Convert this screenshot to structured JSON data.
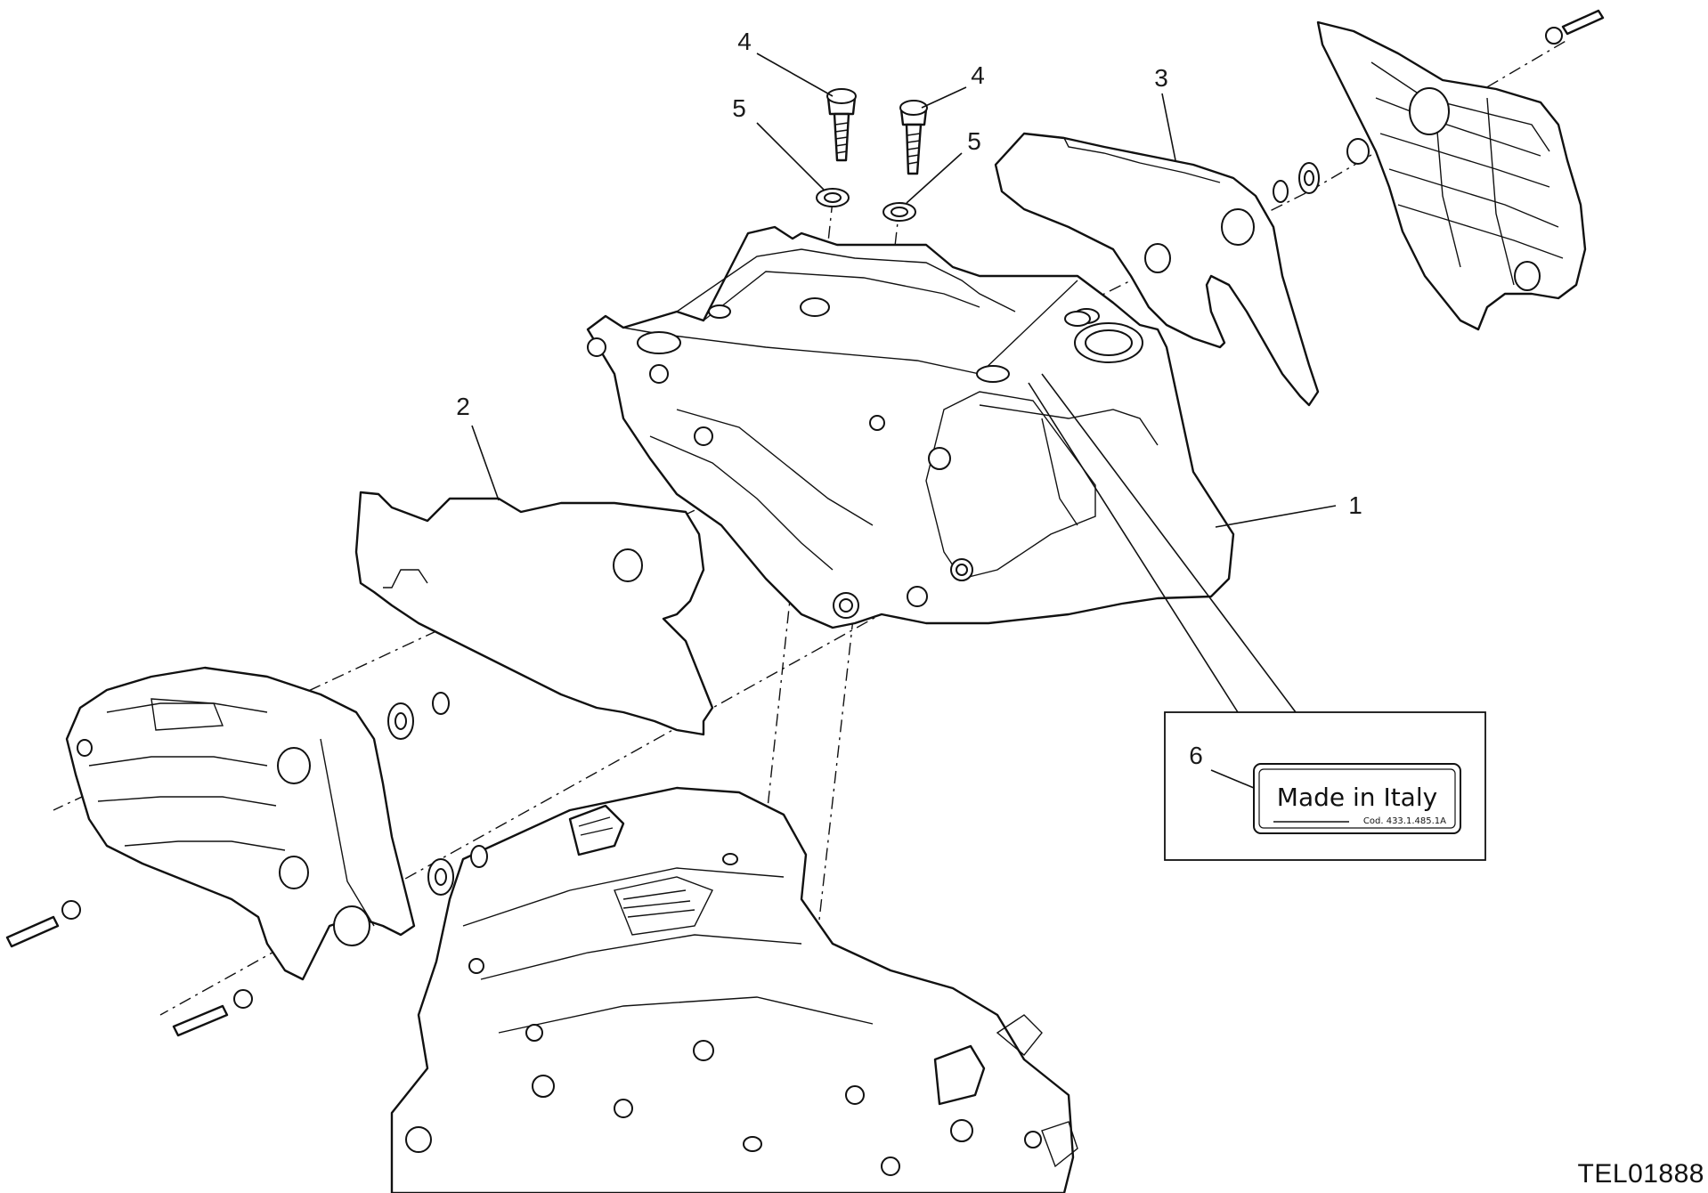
{
  "callouts": {
    "frame": "1",
    "left_cover": "2",
    "right_cover": "3",
    "bolt_left": "4",
    "bolt_right": "4",
    "washer_left": "5",
    "washer_right": "5",
    "label": "6"
  },
  "label_sticker": {
    "title": "Made in Italy",
    "code": "Cod. 433.1.485.1A"
  },
  "drawing_code": "TEL01888"
}
